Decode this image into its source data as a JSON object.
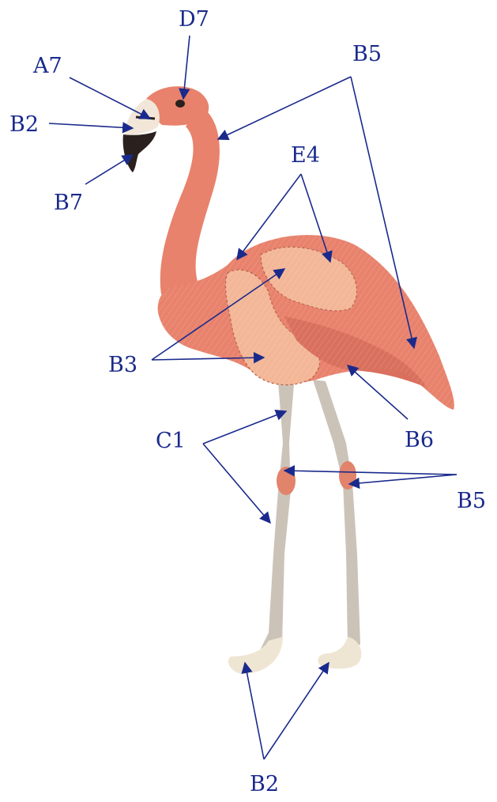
{
  "colors": {
    "label": "#1a2a8c",
    "body_salmon": "#e8826c",
    "body_dark": "#d9705d",
    "wing_light": "#f3b797",
    "leg": "#ccc3b8",
    "feet": "#efe5d3",
    "beak_black": "#2a201d",
    "beak_pale": "#f1e6d8"
  },
  "labels": {
    "d7": "D7",
    "a7": "A7",
    "b2_beak": "B2",
    "b7": "B7",
    "b5_top": "B5",
    "e4": "E4",
    "b3": "B3",
    "b6": "B6",
    "c1": "C1",
    "b5_legs": "B5",
    "b2_feet": "B2"
  }
}
